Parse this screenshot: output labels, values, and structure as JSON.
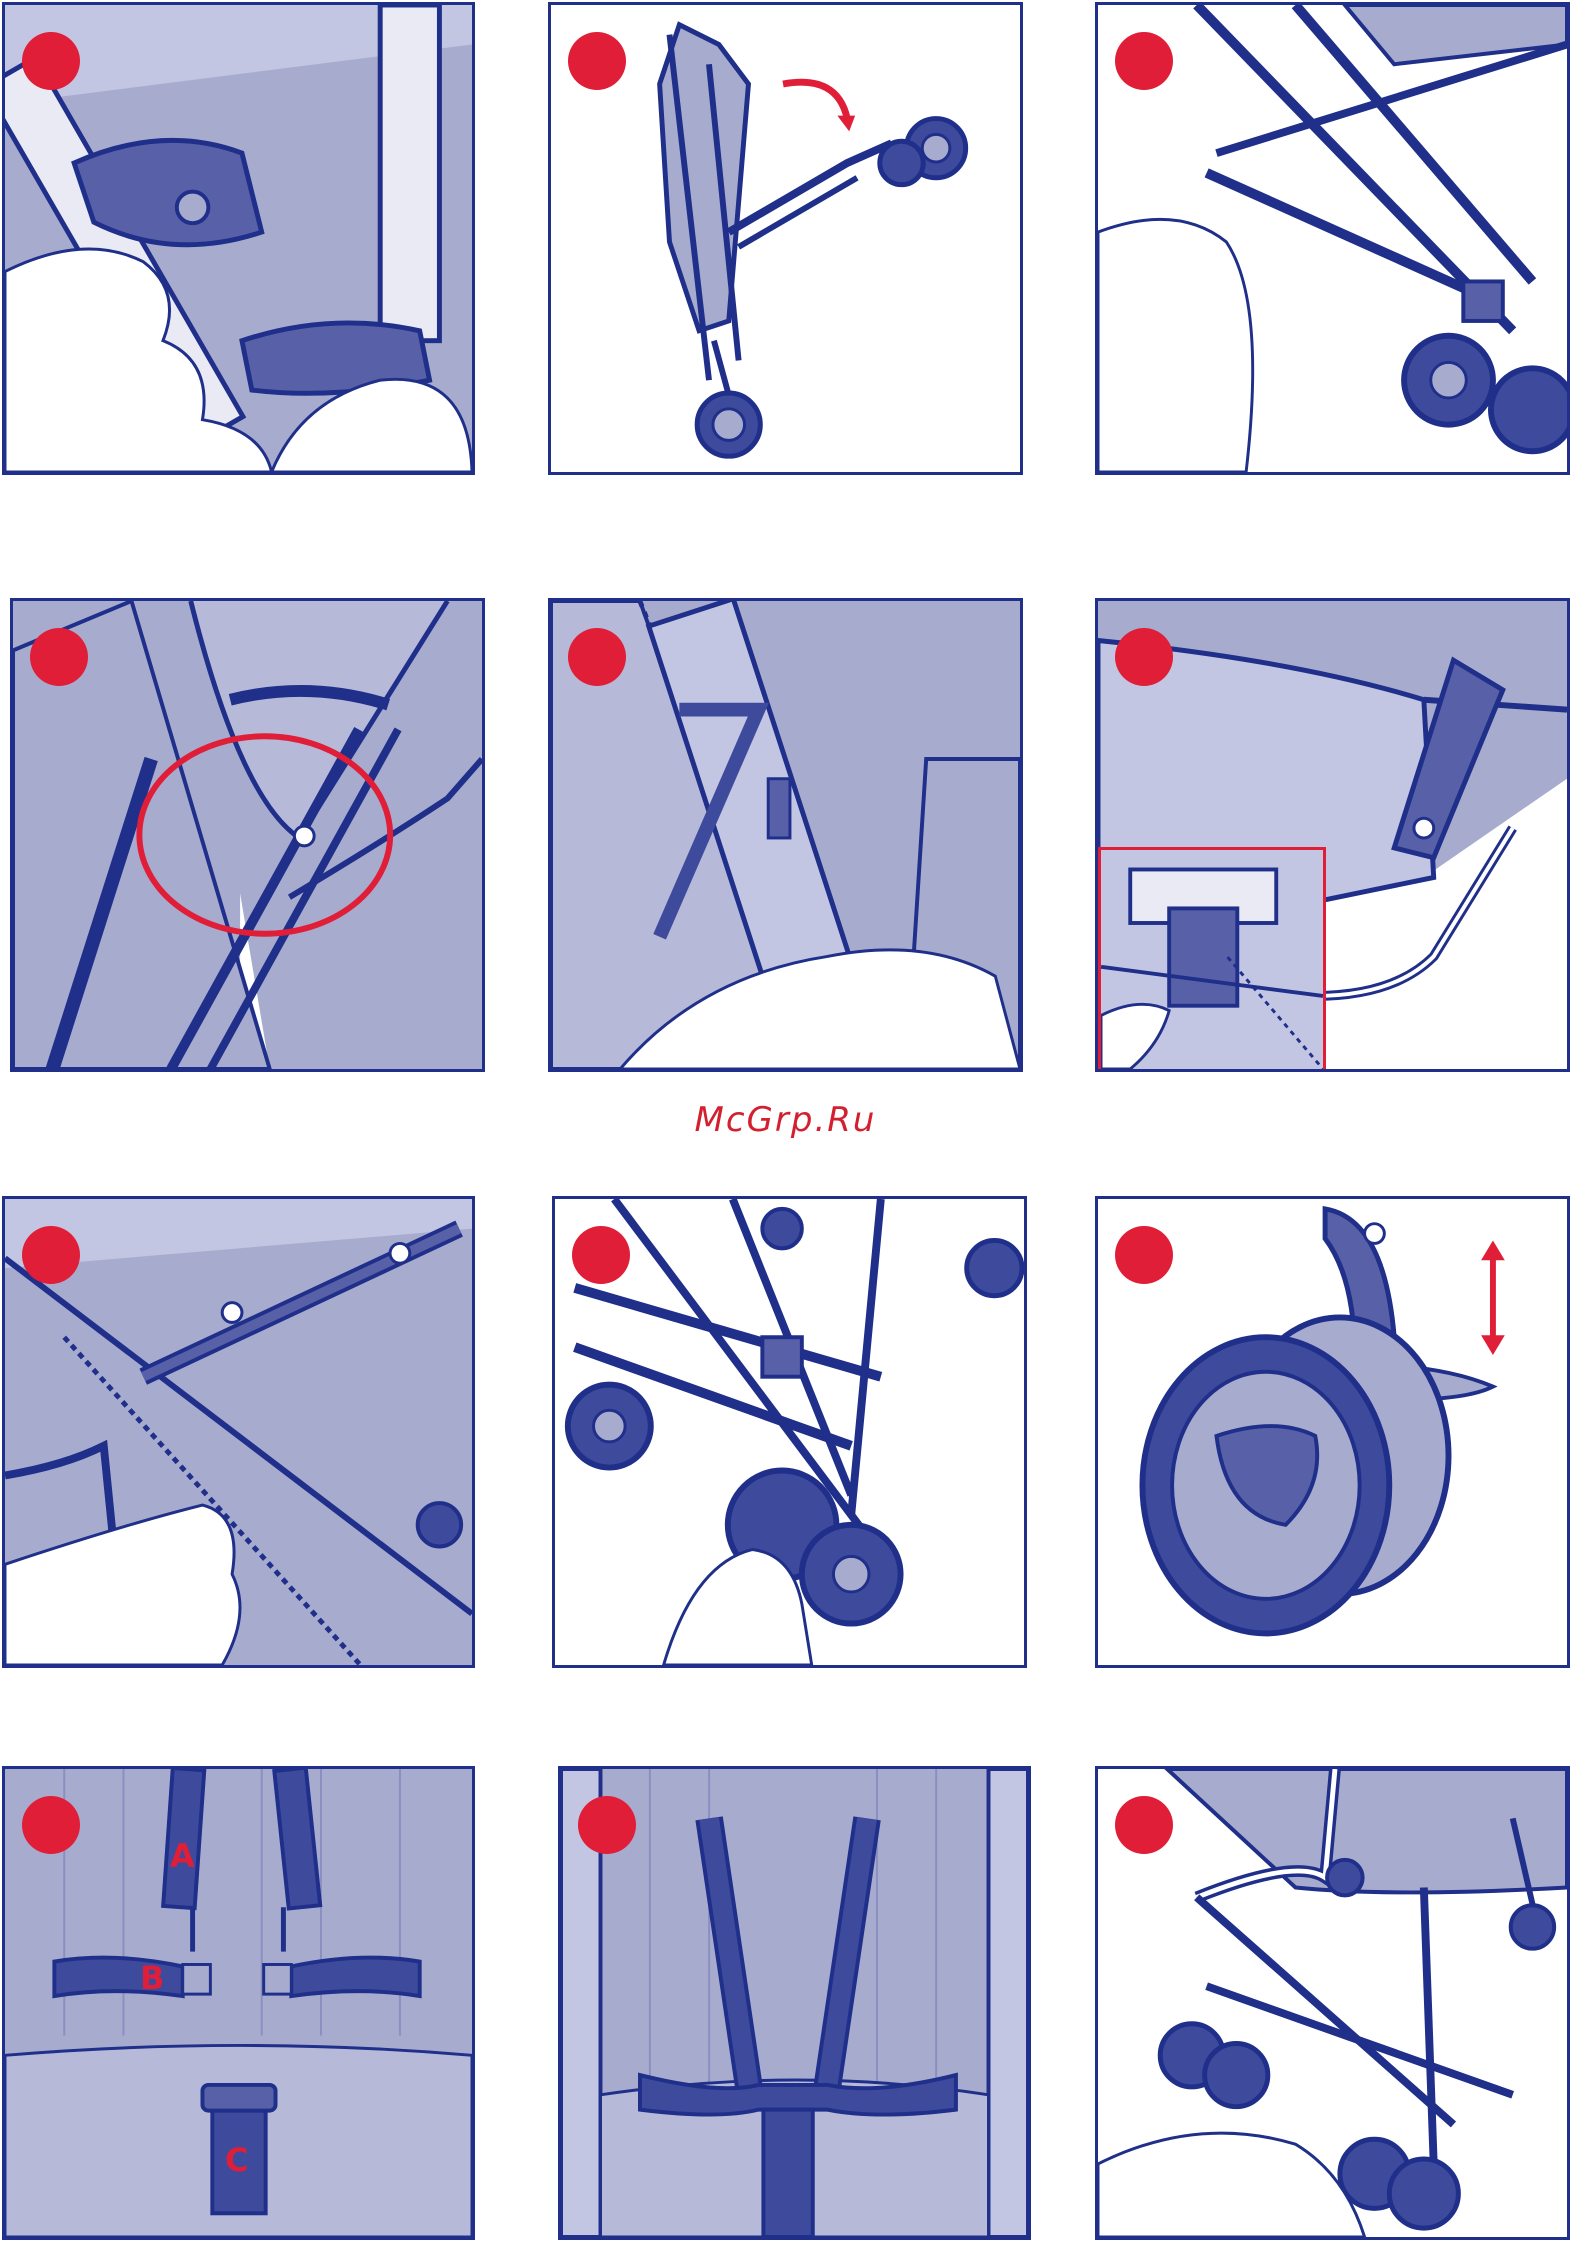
{
  "watermark": "McGrp.Ru",
  "harness_labels": {
    "a": "A",
    "b": "B",
    "c": "C"
  },
  "panels": [
    {
      "id": "release-latch"
    },
    {
      "id": "fold-stroller"
    },
    {
      "id": "rear-brake"
    },
    {
      "id": "canopy-attach"
    },
    {
      "id": "canopy-clip"
    },
    {
      "id": "basket-clip"
    },
    {
      "id": "backrest-strap"
    },
    {
      "id": "front-wheel-lock"
    },
    {
      "id": "wheel-height"
    },
    {
      "id": "harness-parts"
    },
    {
      "id": "harness-fitted"
    },
    {
      "id": "unfold-front"
    }
  ],
  "colors": {
    "frame": "#1f2f8a",
    "fabric": "#a7accf",
    "fabric_dark": "#5860a8",
    "wheel": "#3e4a9c",
    "accent": "#e01e37"
  }
}
